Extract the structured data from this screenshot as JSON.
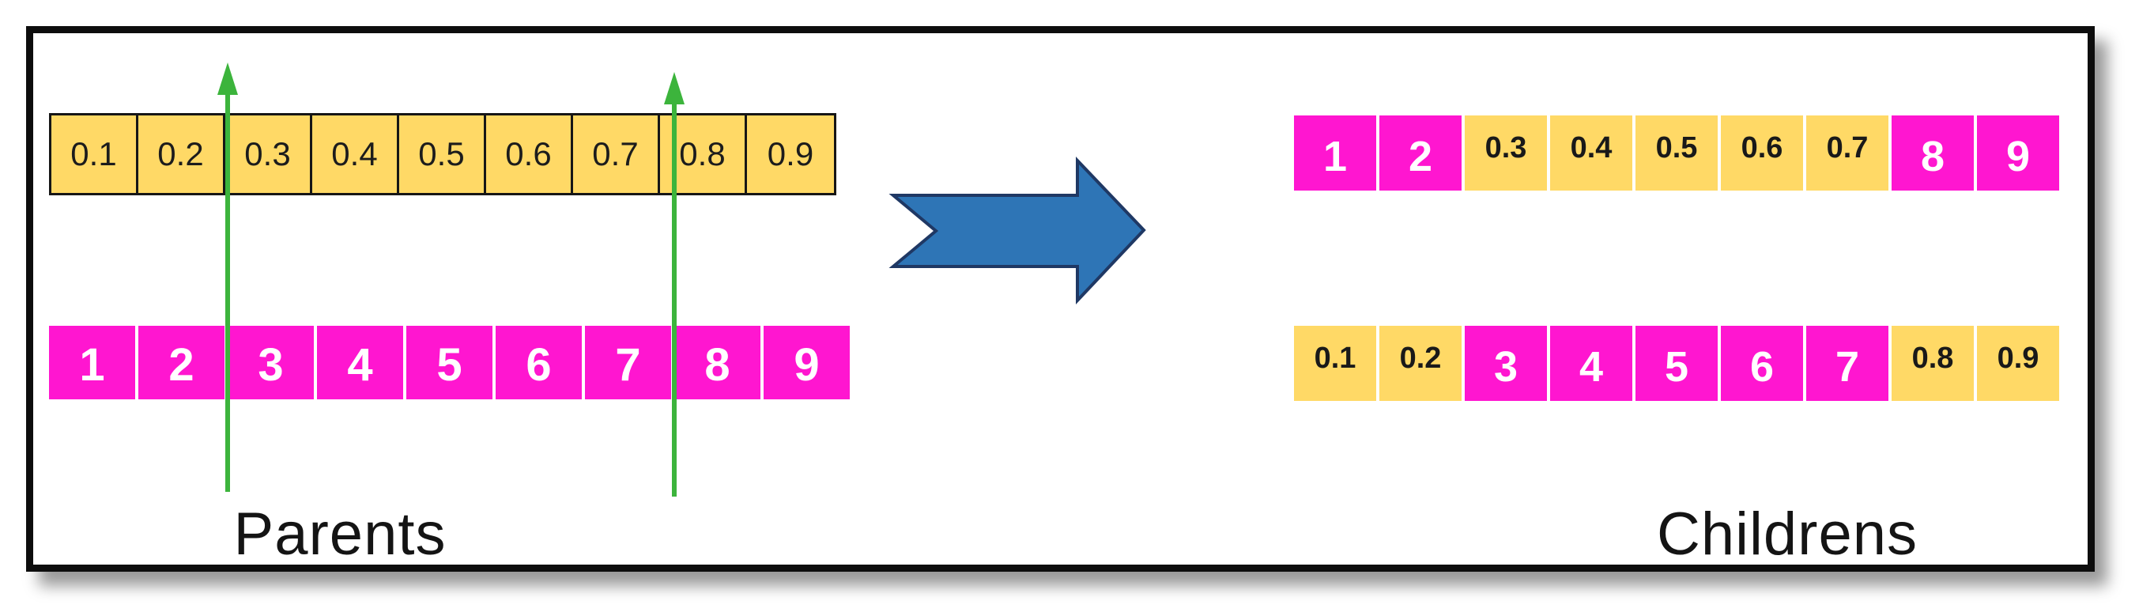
{
  "labels": {
    "parents": "Parents",
    "children": "Childrens"
  },
  "parents": {
    "real_row": {
      "cells": [
        {
          "v": "0.1"
        },
        {
          "v": "0.2"
        },
        {
          "v": "0.3"
        },
        {
          "v": "0.4"
        },
        {
          "v": "0.5"
        },
        {
          "v": "0.6"
        },
        {
          "v": "0.7"
        },
        {
          "v": "0.8"
        },
        {
          "v": "0.9"
        }
      ]
    },
    "int_row": {
      "cells": [
        {
          "v": "1"
        },
        {
          "v": "2"
        },
        {
          "v": "3"
        },
        {
          "v": "4"
        },
        {
          "v": "5"
        },
        {
          "v": "6"
        },
        {
          "v": "7"
        },
        {
          "v": "8"
        },
        {
          "v": "9"
        }
      ]
    }
  },
  "children": {
    "child1": {
      "cells": [
        {
          "v": "1",
          "c": "pink"
        },
        {
          "v": "2",
          "c": "pink"
        },
        {
          "v": "0.3",
          "c": "gold"
        },
        {
          "v": "0.4",
          "c": "gold"
        },
        {
          "v": "0.5",
          "c": "gold"
        },
        {
          "v": "0.6",
          "c": "gold"
        },
        {
          "v": "0.7",
          "c": "gold"
        },
        {
          "v": "8",
          "c": "pink"
        },
        {
          "v": "9",
          "c": "pink"
        }
      ]
    },
    "child2": {
      "cells": [
        {
          "v": "0.1",
          "c": "gold"
        },
        {
          "v": "0.2",
          "c": "gold"
        },
        {
          "v": "3",
          "c": "pink"
        },
        {
          "v": "4",
          "c": "pink"
        },
        {
          "v": "5",
          "c": "pink"
        },
        {
          "v": "6",
          "c": "pink"
        },
        {
          "v": "7",
          "c": "pink"
        },
        {
          "v": "0.8",
          "c": "gold"
        },
        {
          "v": "0.9",
          "c": "gold"
        }
      ]
    }
  },
  "crossover": {
    "points_after_gene": [
      2,
      7
    ]
  },
  "colors": {
    "gold": "#FFD966",
    "pink": "#FF16D0",
    "green": "#3CB43C",
    "blue_fill": "#2E75B6",
    "blue_stroke": "#1F3864"
  }
}
